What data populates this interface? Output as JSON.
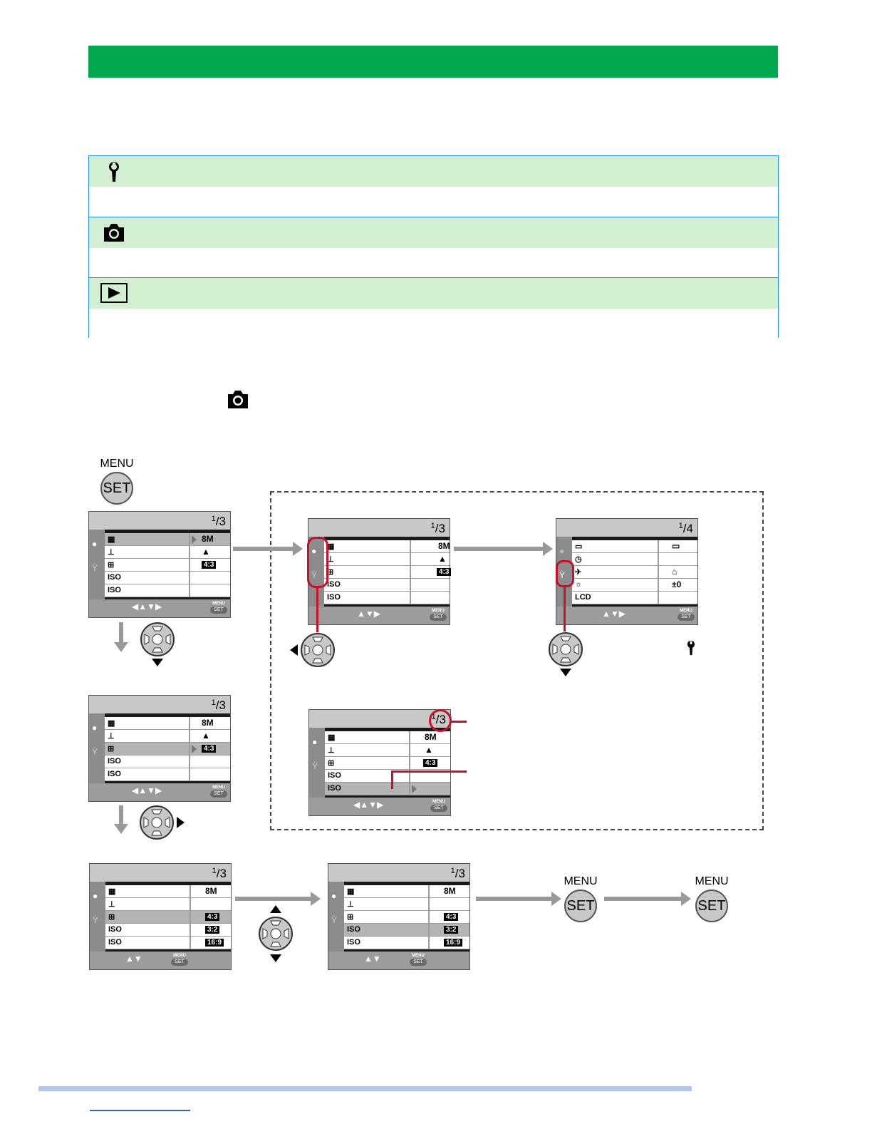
{
  "screens": {
    "rec_menu": {
      "page": {
        "num": "1",
        "den": "3"
      },
      "rows": [
        {
          "icon": "▦",
          "value": "8M"
        },
        {
          "icon": "⊥",
          "value": "▲"
        },
        {
          "icon": "⊞",
          "value": "4:3"
        },
        {
          "icon": "ISO",
          "value": ""
        },
        {
          "icon": "ISO",
          "value": ""
        }
      ]
    },
    "setup_menu": {
      "page": {
        "num": "1",
        "den": "4"
      },
      "rows": [
        {
          "icon": "▭",
          "value": "▭"
        },
        {
          "icon": "◷",
          "value": ""
        },
        {
          "icon": "✈",
          "value": "⌂"
        },
        {
          "icon": "☼",
          "value": "±0"
        },
        {
          "icon": "LCD",
          "value": ""
        }
      ]
    },
    "options": [
      "4:3",
      "3:2",
      "16:9"
    ]
  },
  "buttons": {
    "menu_label": "MENU",
    "set_label": "SET"
  },
  "colors": {
    "header_green": "#00a94f",
    "mode_row_green": "#d2efd2",
    "table_border": "#1e90ff",
    "highlight_red": "#c8102e",
    "footer_rule": "#b4c6e8"
  }
}
